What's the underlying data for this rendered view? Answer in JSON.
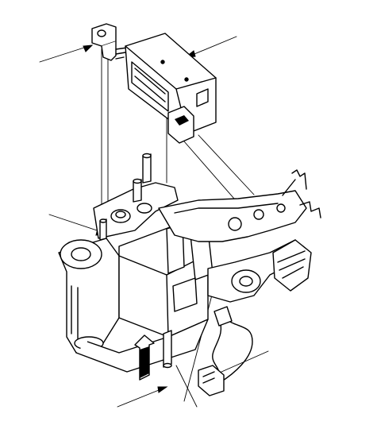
{
  "diagram": {
    "subject": "solenoid-and-bracket-assembly-exploded-view",
    "parts": [
      {
        "id": "solenoid",
        "icon": "solenoid-icon"
      },
      {
        "id": "solenoid-connector",
        "icon": "connector-icon"
      },
      {
        "id": "mounting-bracket",
        "icon": "bracket-icon"
      },
      {
        "id": "locating-pin",
        "icon": "pin-icon"
      },
      {
        "id": "harness-connector",
        "icon": "connector-icon"
      },
      {
        "id": "cylinder-housing",
        "icon": "cylinder-icon"
      },
      {
        "id": "rod",
        "icon": "rod-icon"
      }
    ],
    "colors": {
      "ink": "#000000",
      "paper": "#ffffff"
    },
    "direction_arrow": {
      "icon": "up-arrow-icon",
      "meaning": "installation-direction"
    },
    "callout_count": 7
  }
}
